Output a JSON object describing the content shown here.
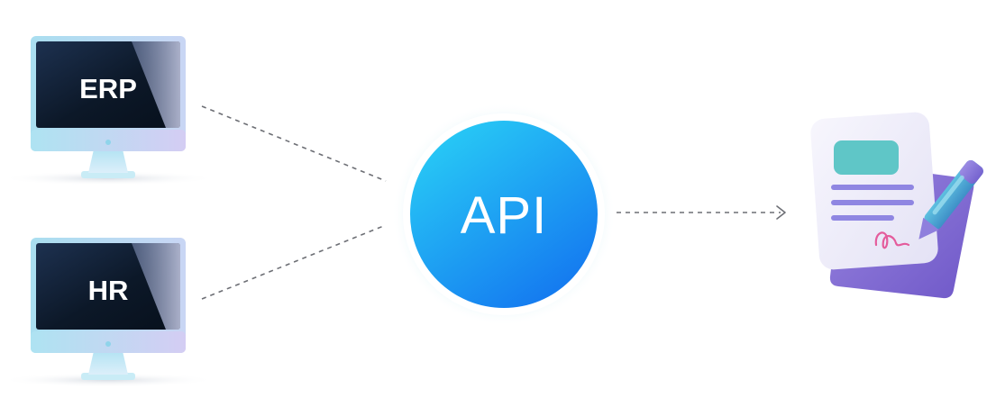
{
  "systems": [
    {
      "label": "ERP"
    },
    {
      "label": "HR"
    }
  ],
  "hub": {
    "label": "API"
  },
  "colors": {
    "api_gradient_start": "#27c6f5",
    "api_gradient_end": "#1478f0",
    "screen_dark": "#0d1a2c",
    "monitor_body": "#b9e7f3",
    "document_paper": "#efeefa",
    "document_back": "#8a74d6",
    "document_header": "#5fc6c7",
    "pen_body": "#55b6d8",
    "signature": "#e45c9c"
  },
  "icons": [
    "monitor-icon",
    "document-icon",
    "pen-icon",
    "arrow-head-icon"
  ]
}
